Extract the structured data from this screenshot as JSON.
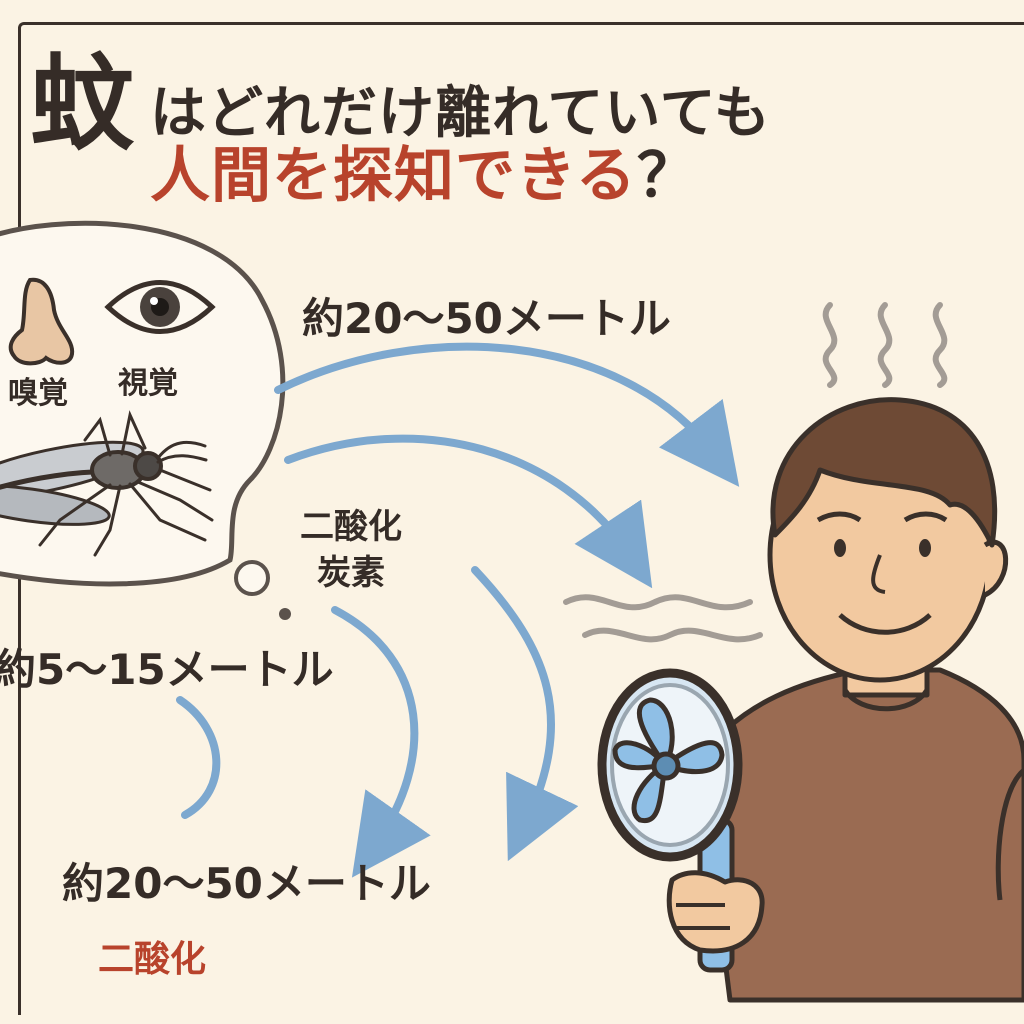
{
  "title": {
    "kanji": "蚊",
    "line1": "はどれだけ離れていても",
    "line2_accent": "人間を探知できる",
    "line2_end": "？"
  },
  "senses": {
    "smell": "嗅覚",
    "sight": "視覚"
  },
  "labels": {
    "distance_top": "約20～50メートル",
    "co2": "二酸化\n炭素",
    "distance_mid": "約5～15メートル",
    "distance_bottom": "約20～50メートル",
    "co2_bottom": "二酸化"
  },
  "colors": {
    "background": "#fbf3e4",
    "ink": "#352c27",
    "accent_red": "#b8432c",
    "arrow_blue": "#7da8cf",
    "shirt_brown": "#9a6b52",
    "fan_blue": "#8fbfe6"
  },
  "icons": [
    "nose-icon",
    "eye-icon",
    "mosquito-illustration",
    "person-illustration",
    "handheld-fan-icon",
    "heat-waves-icon",
    "breath-waves-icon"
  ]
}
